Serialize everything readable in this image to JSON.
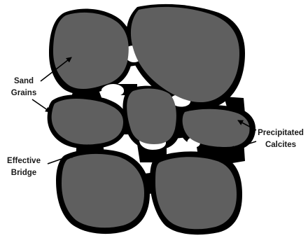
{
  "colors": {
    "background": "#ffffff",
    "sand_grain": "#5f5f5f",
    "calcite": "#000000",
    "arrow": "#000000",
    "text": "#1a1a1a"
  },
  "labels": {
    "sand_grains": [
      "Sand",
      "Grains"
    ],
    "effective_bridge": [
      "Effective",
      "Bridge"
    ],
    "precipitated_calcites": [
      "Precipitated",
      "Calcites"
    ]
  }
}
